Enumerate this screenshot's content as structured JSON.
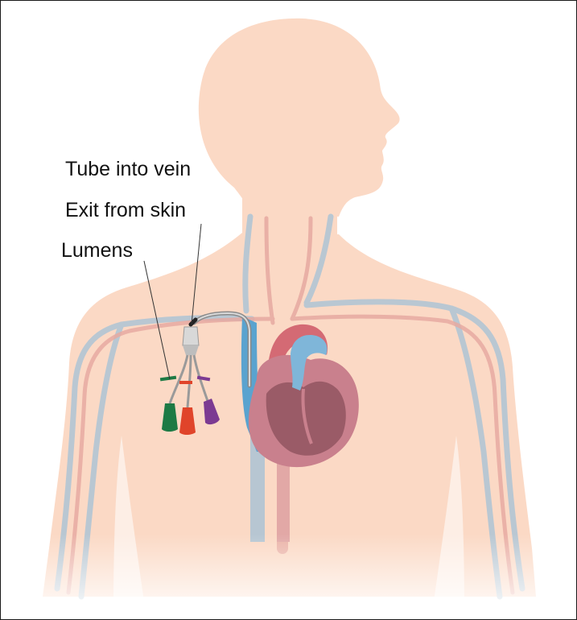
{
  "diagram": {
    "labels": {
      "tube": "Tube into vein",
      "exit": "Exit from skin",
      "lumens": "Lumens"
    },
    "colors": {
      "skin": "#fbd9c5",
      "vein": "#b2c6d4",
      "artery": "#e6a9a1",
      "vena_cava": "#5aa3cf",
      "aorta": "#d46a74",
      "heart_wall": "#c9808d",
      "heart_inner": "#9a5b67",
      "catheter": "#8a8a8a",
      "lumen_green": "#1d7a45",
      "lumen_red": "#e0442a",
      "lumen_purple": "#7c3a92",
      "frame": "#1a1a1a"
    }
  }
}
